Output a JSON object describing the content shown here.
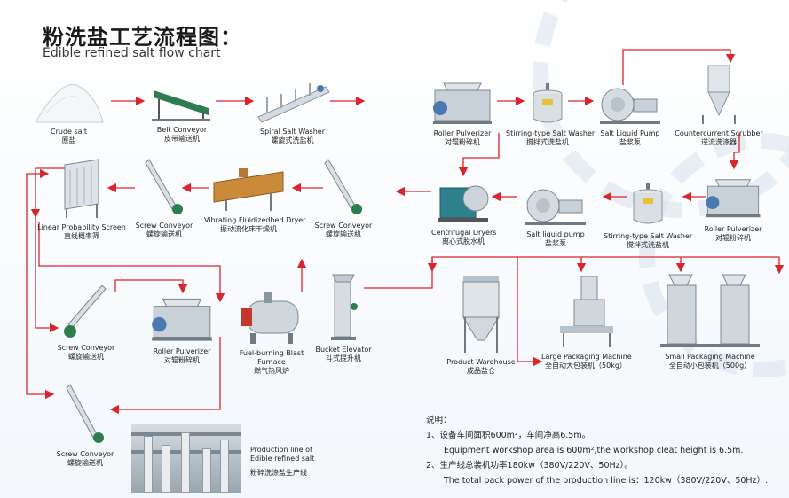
{
  "title": {
    "cn": "粉洗盐工艺流程图：",
    "en": "Edible refined salt flow chart"
  },
  "nodes": {
    "crude_salt": {
      "en": "Crude salt",
      "cn": "原盐",
      "icon": "salt-pile-icon"
    },
    "belt_conveyor": {
      "en": "Belt Conveyor",
      "cn": "皮带输送机",
      "icon": "belt-conveyor-icon"
    },
    "spiral_washer": {
      "en": "Spiral Salt Washer",
      "cn": "螺旋式洗盐机",
      "icon": "spiral-washer-icon"
    },
    "roller_pulverizer_1": {
      "en": "Roller Pulverizer",
      "cn": "对辊粉碎机",
      "icon": "roller-pulverizer-icon"
    },
    "stirring_washer_1": {
      "en": "Stirring-type Salt Washer",
      "cn": "搅拌式洗盐机",
      "icon": "stirring-tank-icon"
    },
    "salt_liquid_pump_1": {
      "en": "Salt Liquid Pump",
      "cn": "盐浆泵",
      "icon": "pump-icon"
    },
    "countercurrent_scrubber": {
      "en": "Countercurrent Scrubber",
      "cn": "逆流洗涤器",
      "icon": "cyclone-icon"
    },
    "linear_screen": {
      "en": "Linear Probability Screen",
      "cn": "直线概率筛",
      "icon": "screen-icon"
    },
    "screw_conveyor_1": {
      "en": "Screw Conveyor",
      "cn": "螺旋输送机",
      "icon": "screw-conveyor-icon"
    },
    "fluidized_dryer": {
      "en": "Vibrating Fluidizedbed Dryer",
      "cn": "振动流化床干燥机",
      "icon": "dryer-icon"
    },
    "screw_conveyor_2": {
      "en": "Screw Conveyor",
      "cn": "螺旋输送机",
      "icon": "screw-conveyor-icon"
    },
    "centrifugal_dryer": {
      "en": "Centrifugal Dryers",
      "cn": "离心式脱水机",
      "icon": "centrifuge-icon"
    },
    "salt_liquid_pump_2": {
      "en": "Salt liquid pump",
      "cn": "盐浆泵",
      "icon": "pump-icon"
    },
    "stirring_washer_2": {
      "en": "Stirring-type Salt Washer",
      "cn": "搅拌式洗盐机",
      "icon": "stirring-tank-icon"
    },
    "roller_pulverizer_2": {
      "en": "Roller Pulverizer",
      "cn": "对辊粉碎机",
      "icon": "roller-pulverizer-icon"
    },
    "screw_conveyor_3": {
      "en": "Screw Conveyor",
      "cn": "螺旋输送机",
      "icon": "screw-conveyor-icon"
    },
    "roller_pulverizer_3": {
      "en": "Roller Pulverizer",
      "cn": "对辊粉碎机",
      "icon": "roller-pulverizer-icon"
    },
    "blast_furnace": {
      "en": "Fuel-burning Blast Furnace",
      "cn": "燃气热风炉",
      "icon": "furnace-icon"
    },
    "bucket_elevator": {
      "en": "Bucket Elevator",
      "cn": "斗式提升机",
      "icon": "elevator-icon"
    },
    "product_warehouse": {
      "en": "Product Warehouse",
      "cn": "成品盐仓",
      "icon": "silo-icon"
    },
    "large_packaging": {
      "en": "Large Packaging Machine",
      "cn": "全自动大包装机（50kg）",
      "icon": "packaging-machine-icon"
    },
    "small_packaging": {
      "en": "Small Packaging Machine",
      "cn": "全自动小包装机（500g）",
      "icon": "packaging-machine-icon"
    },
    "screw_conveyor_4": {
      "en": "Screw Conveyor",
      "cn": "螺旋输送机",
      "icon": "screw-conveyor-icon"
    }
  },
  "production_line": {
    "en_line1": "Production line of",
    "en_line2": "Edible refined salt",
    "cn": "粉碎洗涤盐生产线"
  },
  "notes": {
    "heading": "说明：",
    "item1_cn": "1、设备车间面积600m²，车间净高6.5m。",
    "item1_en": "Equipment workshop area is 600m²,the workshop cleat height is 6.5m.",
    "item2_cn": "2、生产线总装机功率180kw（380V/220V、50Hz）。",
    "item2_en": "The total pack power of the production line is：120kw（380V/220V、50Hz）."
  },
  "colors": {
    "arrow": "#d8262e",
    "machine_steel": "#c9d1d8",
    "machine_blue": "#4a78b0",
    "belt_green": "#2e7d4f"
  }
}
